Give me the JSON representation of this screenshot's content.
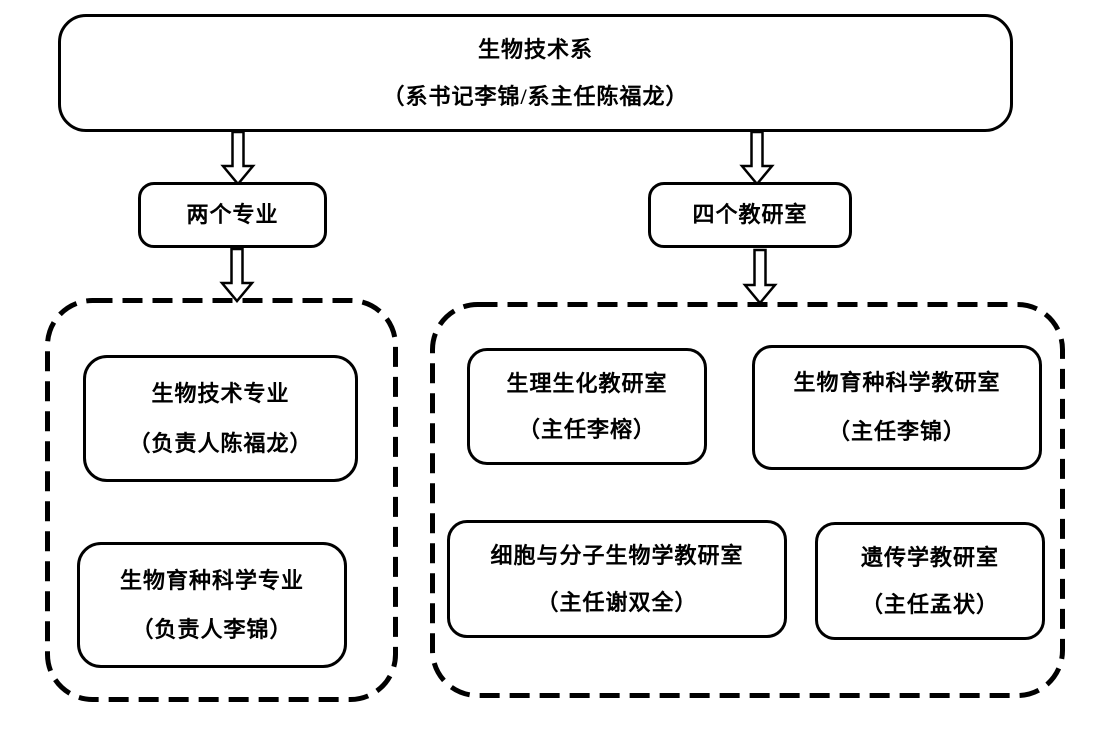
{
  "root": {
    "line1": "生物技术系",
    "line2": "（系书记李锦/系主任陈福龙）"
  },
  "branches": {
    "majors": {
      "label": "两个专业"
    },
    "offices": {
      "label": "四个教研室"
    }
  },
  "majors": [
    {
      "line1": "生物技术专业",
      "line2": "（负责人陈福龙）"
    },
    {
      "line1": "生物育种科学专业",
      "line2": "（负责人李锦）"
    }
  ],
  "offices": [
    {
      "line1": "生理生化教研室",
      "line2": "（主任李榕）"
    },
    {
      "line1": "生物育种科学教研室",
      "line2": "（主任李锦）"
    },
    {
      "line1": "细胞与分子生物学教研室",
      "line2": "（主任谢双全）"
    },
    {
      "line1": "遗传学教研室",
      "line2": "（主任孟状）"
    }
  ],
  "colors": {
    "line": "#000000",
    "background": "#ffffff"
  }
}
